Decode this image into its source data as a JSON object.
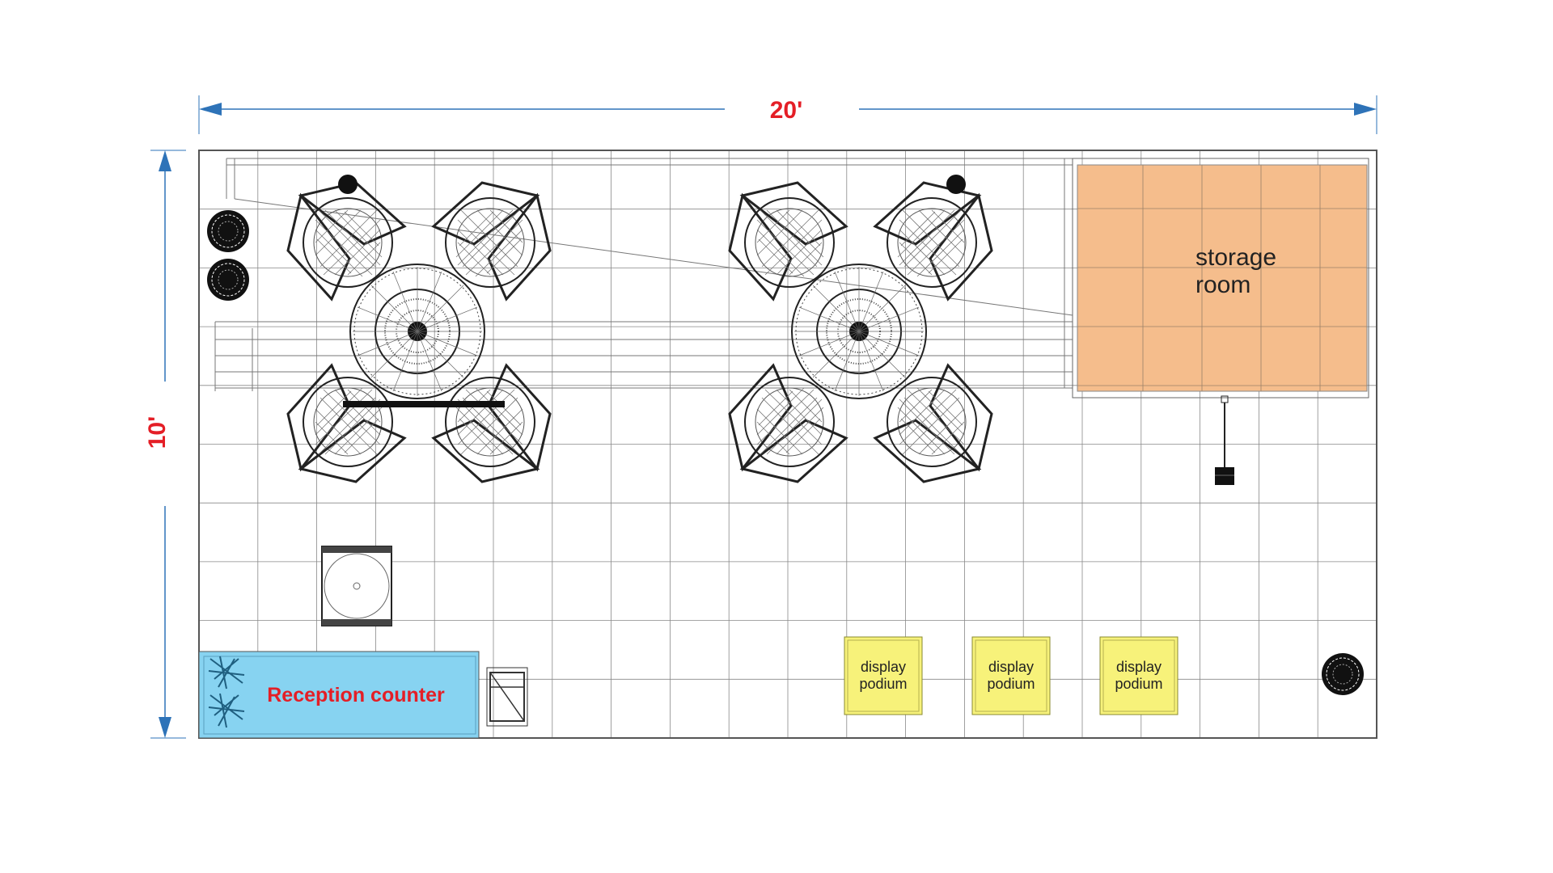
{
  "dimensions": {
    "width_label": "20'",
    "height_label": "10'",
    "arrow_color": "#2e73b8",
    "label_color": "#e41e26"
  },
  "storage_room": {
    "line1": "storage",
    "line2": "room",
    "color": "#f5bd8c"
  },
  "reception_counter": {
    "label": "Reception counter",
    "color": "#87d3f1"
  },
  "podiums": [
    {
      "line1": "display",
      "line2": "podium"
    },
    {
      "line1": "display",
      "line2": "podium"
    },
    {
      "line1": "display",
      "line2": "podium"
    }
  ],
  "podium_color": "#f7f27a",
  "icons": [
    "chair-icon",
    "round-table-icon",
    "plant-pot-icon",
    "floor-lamp-icon",
    "side-table-icon",
    "stool-icon",
    "plant-icon",
    "monitor-stand-icon"
  ]
}
